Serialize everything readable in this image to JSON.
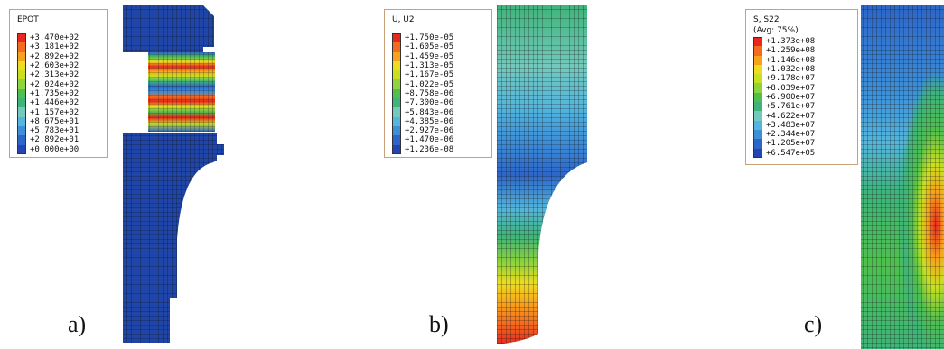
{
  "panels": [
    {
      "id": "a",
      "label": "a)",
      "legend": {
        "title": [
          "EPOT"
        ],
        "values": [
          "+3.470e+02",
          "+3.181e+02",
          "+2.892e+02",
          "+2.603e+02",
          "+2.313e+02",
          "+2.024e+02",
          "+1.735e+02",
          "+1.446e+02",
          "+1.157e+02",
          "+8.675e+01",
          "+5.783e+01",
          "+2.892e+01",
          "+0.000e+00"
        ]
      }
    },
    {
      "id": "b",
      "label": "b)",
      "legend": {
        "title": [
          "U, U2"
        ],
        "values": [
          "+1.750e-05",
          "+1.605e-05",
          "+1.459e-05",
          "+1.313e-05",
          "+1.167e-05",
          "+1.022e-05",
          "+8.758e-06",
          "+7.300e-06",
          "+5.843e-06",
          "+4.385e-06",
          "+2.927e-06",
          "+1.470e-06",
          "+1.236e-08"
        ]
      }
    },
    {
      "id": "c",
      "label": "c)",
      "legend": {
        "title": [
          "S, S22",
          "(Avg: 75%)"
        ],
        "values": [
          "+1.373e+08",
          "+1.259e+08",
          "+1.146e+08",
          "+1.032e+08",
          "+9.178e+07",
          "+8.039e+07",
          "+6.900e+07",
          "+5.761e+07",
          "+4.622e+07",
          "+3.483e+07",
          "+2.344e+07",
          "+1.205e+07",
          "+6.547e+05"
        ]
      }
    }
  ],
  "colormap": [
    "#e8281e",
    "#f46a1e",
    "#f7a21c",
    "#eedc20",
    "#c9e020",
    "#8fd43a",
    "#4fc04e",
    "#3fb47a",
    "#74c8bc",
    "#54b6dc",
    "#3d8fd8",
    "#2d66c8",
    "#2344b4"
  ],
  "mesh_color": "#111111"
}
